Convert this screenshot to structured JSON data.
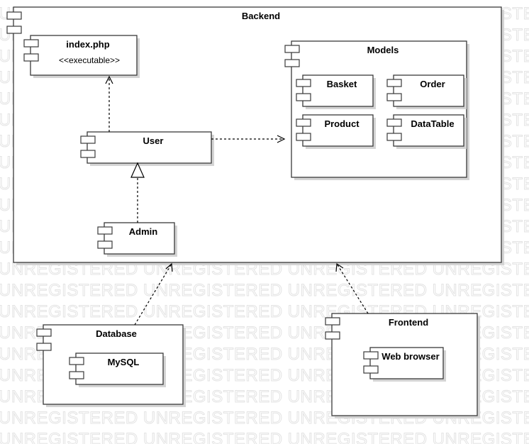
{
  "watermark": {
    "text": "UNREGISTERED UNREGISTERED UNREGISTERED UNREGISTERED"
  },
  "components": {
    "backend": {
      "label": "Backend"
    },
    "index_php": {
      "label": "index.php",
      "stereotype": "<<executable>>"
    },
    "user": {
      "label": "User"
    },
    "admin": {
      "label": "Admin"
    },
    "models": {
      "label": "Models"
    },
    "basket": {
      "label": "Basket"
    },
    "order": {
      "label": "Order"
    },
    "product": {
      "label": "Product"
    },
    "datatable": {
      "label": "DataTable"
    },
    "database": {
      "label": "Database"
    },
    "mysql": {
      "label": "MySQL"
    },
    "frontend": {
      "label": "Frontend"
    },
    "web_browser": {
      "label": "Web browser"
    }
  },
  "relations": [
    {
      "type": "dependency",
      "from": "User",
      "to": "index.php"
    },
    {
      "type": "dependency",
      "from": "User",
      "to": "Models"
    },
    {
      "type": "generalization",
      "from": "Admin",
      "to": "User"
    },
    {
      "type": "dependency",
      "from": "Database",
      "to": "Backend"
    },
    {
      "type": "dependency",
      "from": "Frontend",
      "to": "Backend"
    }
  ]
}
